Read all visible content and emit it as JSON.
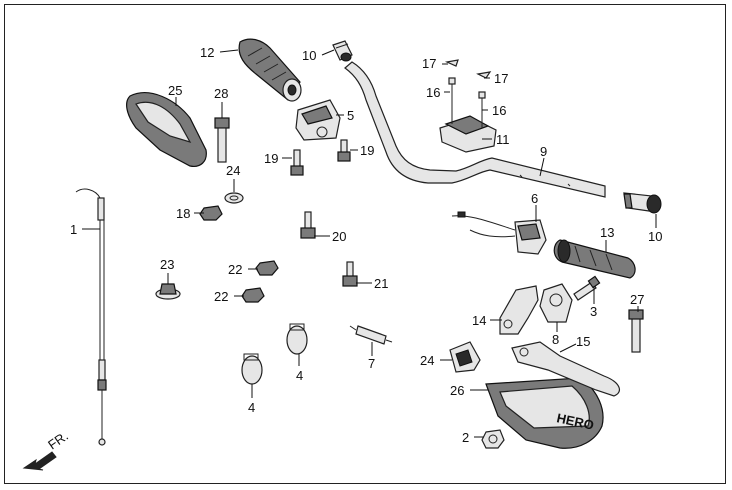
{
  "callouts": {
    "c1": "1",
    "c2": "2",
    "c3": "3",
    "c4a": "4",
    "c4b": "4",
    "c5": "5",
    "c6": "6",
    "c7": "7",
    "c8": "8",
    "c9": "9",
    "c10a": "10",
    "c10b": "10",
    "c11": "11",
    "c12": "12",
    "c13": "13",
    "c14": "14",
    "c15": "15",
    "c16a": "16",
    "c16b": "16",
    "c17a": "17",
    "c17b": "17",
    "c18": "18",
    "c19a": "19",
    "c19b": "19",
    "c20": "20",
    "c21": "21",
    "c22a": "22",
    "c22b": "22",
    "c23": "23",
    "c24a": "24",
    "c24b": "24",
    "c25": "25",
    "c26": "26",
    "c27": "27",
    "c28": "28"
  },
  "direction": {
    "label": "FR."
  },
  "guard_logo": "HERO",
  "icons": {
    "direction": "front-arrow-icon"
  },
  "colors": {
    "line": "#222222",
    "background": "#ffffff"
  }
}
